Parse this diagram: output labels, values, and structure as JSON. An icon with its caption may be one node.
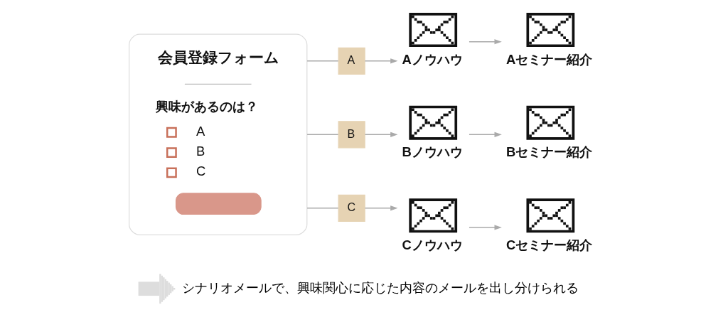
{
  "diagram": {
    "caption": "シナリオメールで、興味関心に応じた内容のメールを出し分けられる",
    "nodes": [
      {
        "text": [
          "会員登録フォーム",
          "興味があるのは？",
          "A",
          "B",
          "C"
        ]
      },
      {
        "text": [
          "A"
        ]
      },
      {
        "text": [
          "Aノウハウ"
        ]
      },
      {
        "text": [
          "Aセミナー紹介"
        ]
      },
      {
        "text": [
          "B"
        ]
      },
      {
        "text": [
          "Bノウハウ"
        ]
      },
      {
        "text": [
          "Bセミナー紹介"
        ]
      },
      {
        "text": [
          "C"
        ]
      },
      {
        "text": [
          "Cノウハウ"
        ]
      },
      {
        "text": [
          "Cセミナー紹介"
        ]
      }
    ],
    "edges": [
      {
        "from": 0,
        "to": 1,
        "arrow": "none"
      },
      {
        "from": 0,
        "to": 4,
        "arrow": "none"
      },
      {
        "from": 0,
        "to": 7,
        "arrow": "none"
      },
      {
        "from": 1,
        "to": 2,
        "arrow": "to"
      },
      {
        "from": 2,
        "to": 3,
        "arrow": "to"
      },
      {
        "from": 4,
        "to": 5,
        "arrow": "to"
      },
      {
        "from": 5,
        "to": 6,
        "arrow": "to"
      },
      {
        "from": 7,
        "to": 8,
        "arrow": "to"
      },
      {
        "from": 8,
        "to": 9,
        "arrow": "to"
      }
    ]
  }
}
